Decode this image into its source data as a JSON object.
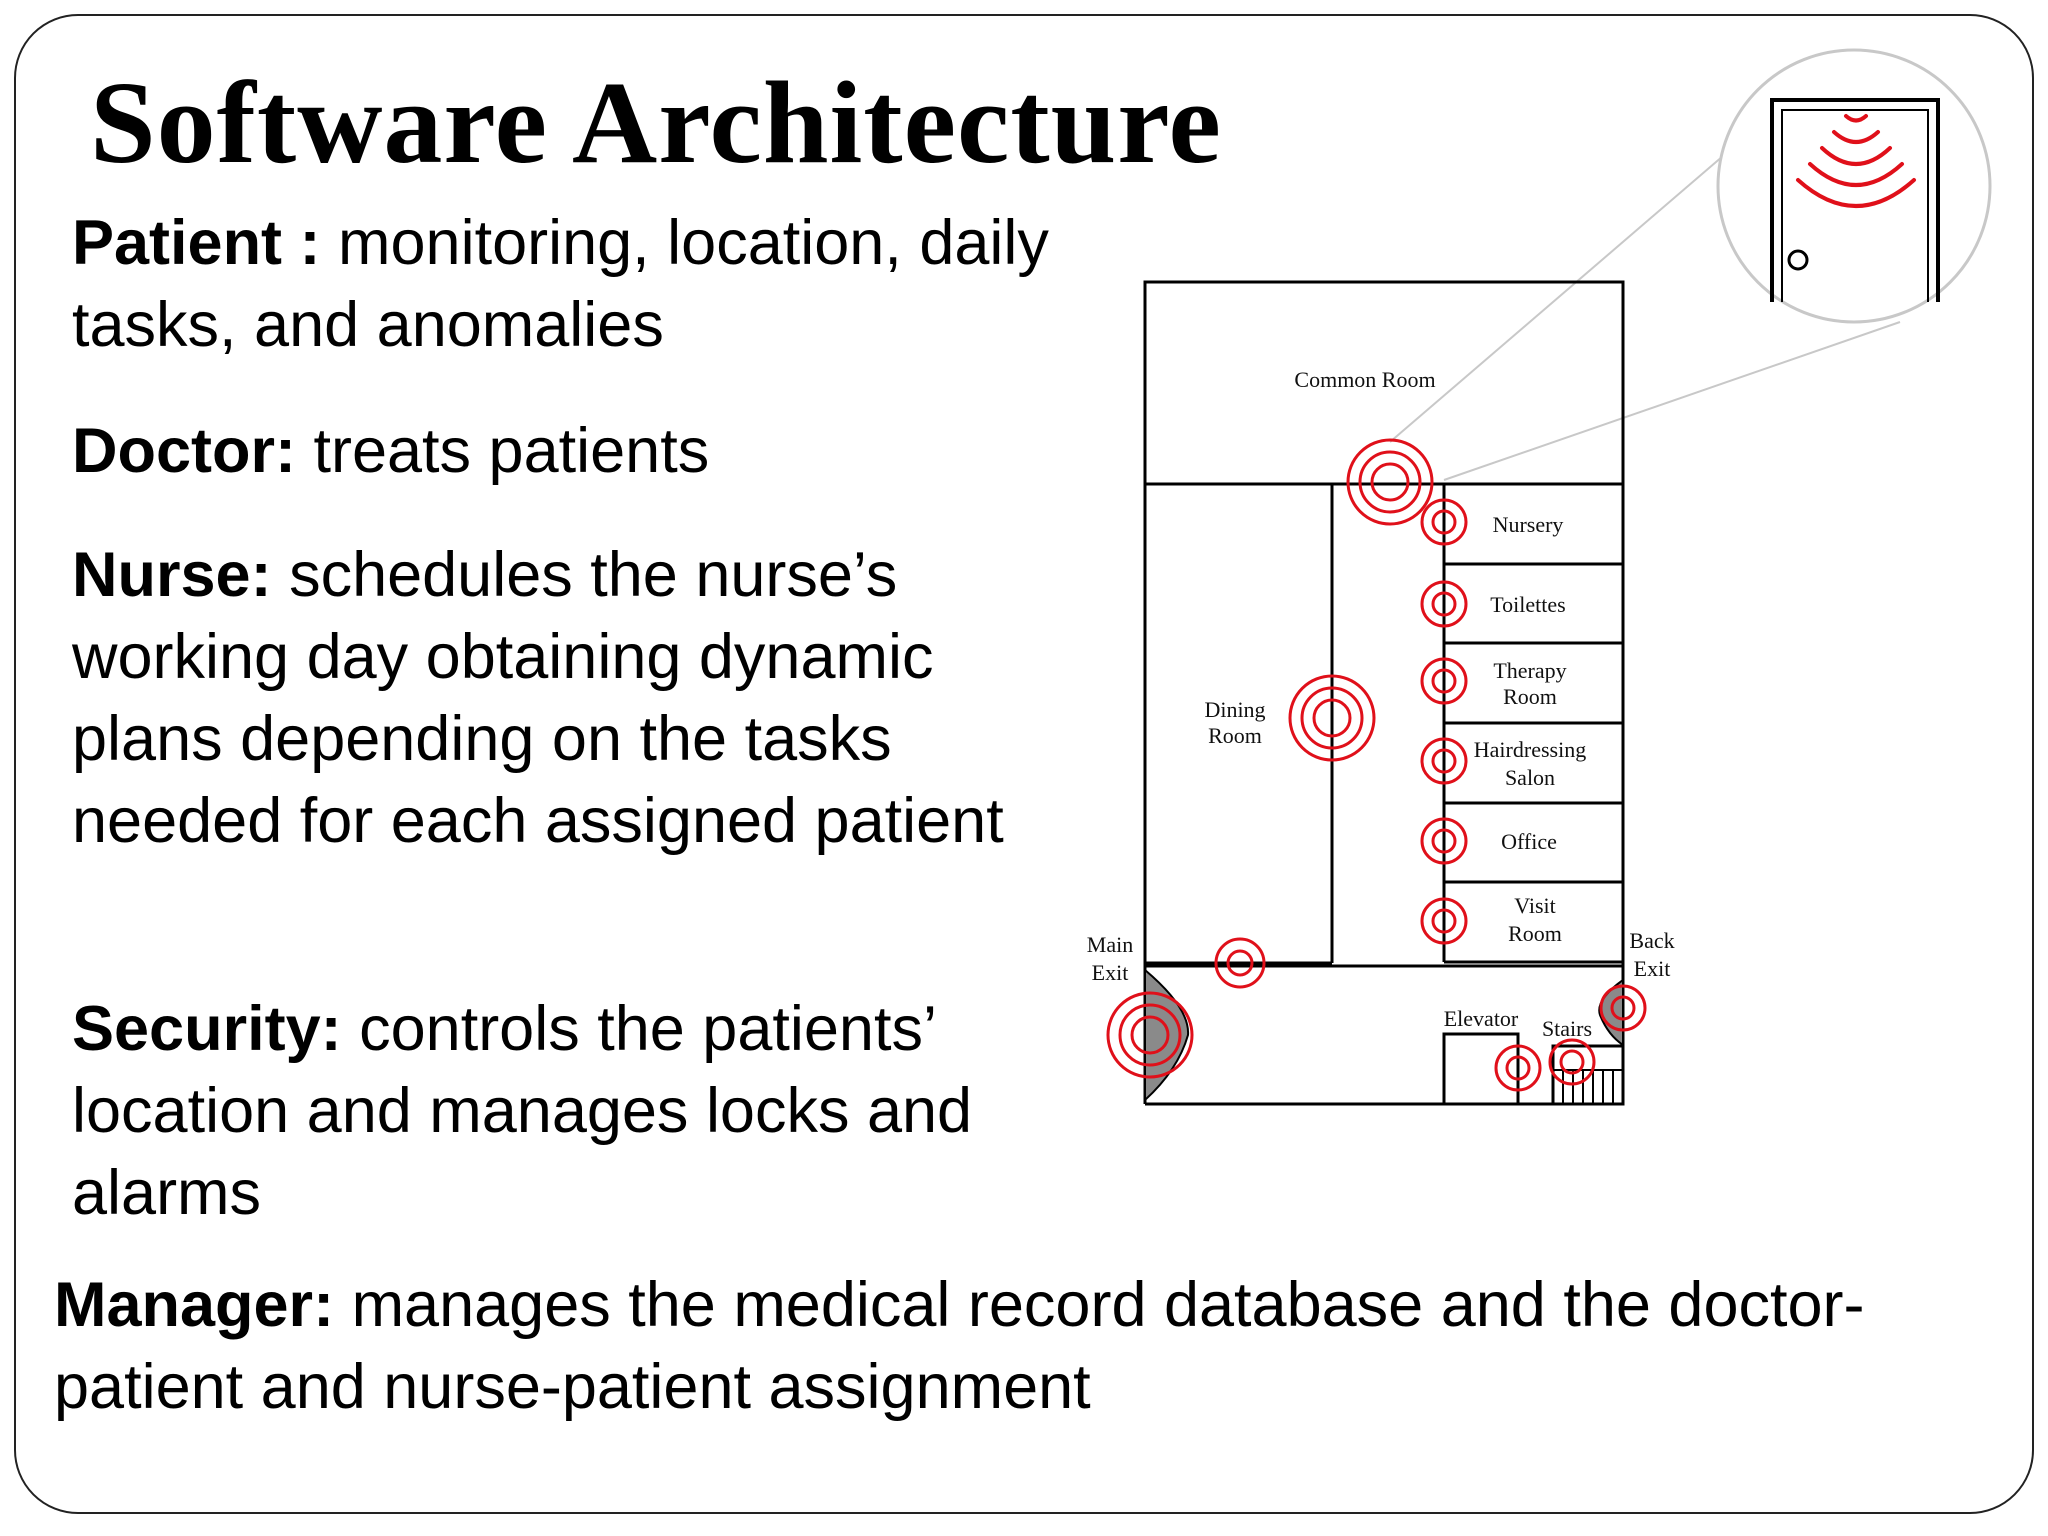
{
  "title": "Software Architecture",
  "roles": [
    {
      "name": "Patient :",
      "text": " monitoring, location, daily tasks, and anomalies"
    },
    {
      "name": "Doctor:",
      "text": " treats patients"
    },
    {
      "name": "Nurse:",
      "text": " schedules the nurse’s working day obtaining dynamic plans depending on the tasks needed for each assigned patient"
    },
    {
      "name": "Security:",
      "text": "  controls the patients’ location and manages locks and alarms"
    },
    {
      "name": "Manager:",
      "text": "  manages the medical record database and the doctor-patient and nurse-patient assignment"
    }
  ],
  "floorplan": {
    "rooms": {
      "common_room": "Common Room",
      "nursery": "Nursery",
      "toilettes": "Toilettes",
      "therapy_1": "Therapy",
      "therapy_2": "Room",
      "dining_1": "Dining",
      "dining_2": "Room",
      "hair_1": "Hairdressing",
      "hair_2": "Salon",
      "office": "Office",
      "visit_1": "Visit",
      "visit_2": "Room",
      "main_exit_1": "Main",
      "main_exit_2": "Exit",
      "back_exit_1": "Back",
      "back_exit_2": "Exit",
      "elevator": "Elevator",
      "stairs": "Stairs"
    },
    "sensor_color": "#e0101a",
    "zoom_icon": "door-with-sensor-icon"
  }
}
